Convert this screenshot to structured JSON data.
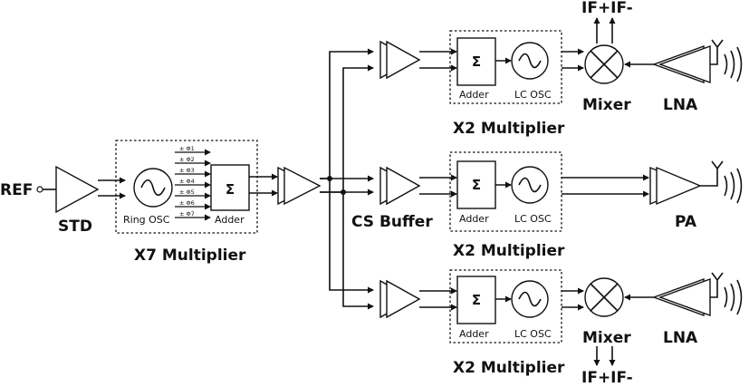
{
  "input": {
    "ref": "REF"
  },
  "std": {
    "label": "STD"
  },
  "x7": {
    "ring": "Ring OSC",
    "adder": "Adder",
    "sigma": "Σ",
    "title": "X7 Multiplier",
    "phase_marks": [
      "± Φ1",
      "± Φ2",
      "± Φ3",
      "± Φ4",
      "± Φ5",
      "± Φ6",
      "± Φ7"
    ]
  },
  "buffer": {
    "label": "CS Buffer"
  },
  "top": {
    "adder": "Adder",
    "sigma": "Σ",
    "lc": "LC OSC",
    "title": "X2 Multiplier",
    "mixer": "Mixer",
    "lna": "LNA",
    "if_label": "IF+IF-"
  },
  "mid": {
    "adder": "Adder",
    "sigma": "Σ",
    "lc": "LC OSC",
    "title": "X2 Multiplier",
    "pa": "PA"
  },
  "bot": {
    "adder": "Adder",
    "sigma": "Σ",
    "lc": "LC OSC",
    "title": "X2 Multiplier",
    "mixer": "Mixer",
    "lna": "LNA",
    "if_label": "IF+IF-"
  }
}
